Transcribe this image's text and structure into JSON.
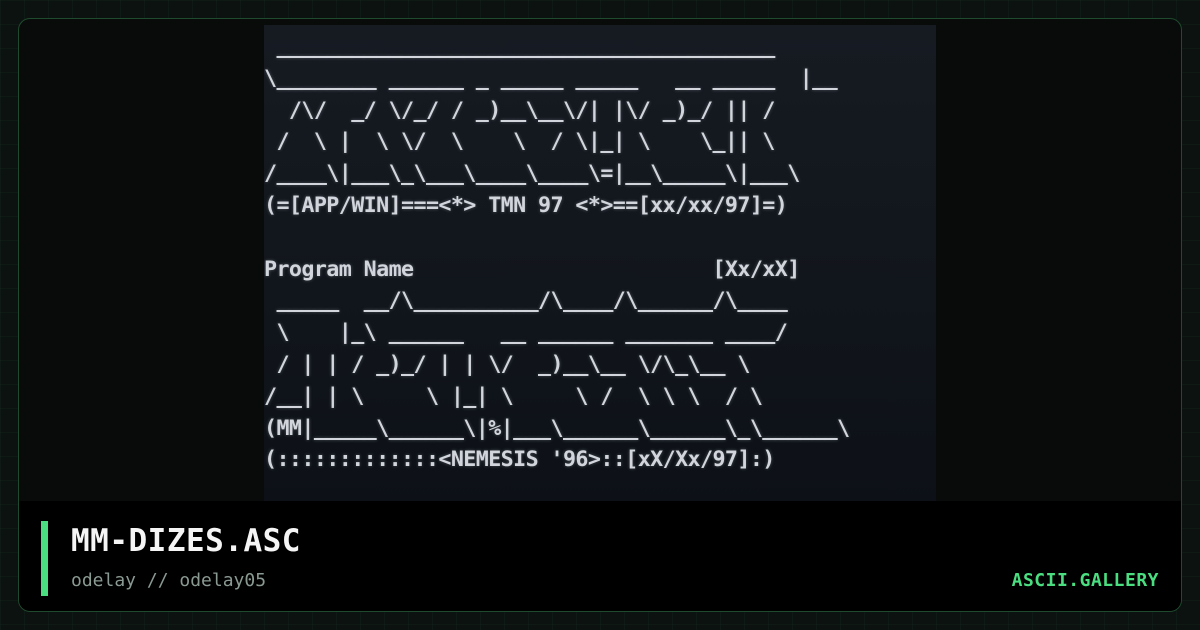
{
  "artwork": {
    "lines": [
      " ________________________________________",
      "\\________ ______ _ _____ _____   __ _____  |__",
      "  /\\/  _/ \\/_/ / _)__\\__\\/| |\\/ _)_/ || /",
      " /  \\ |  \\ \\/  \\    \\  / \\|_| \\    \\_|| \\",
      "/____\\|___\\_\\___\\____\\____\\=|__\\_____\\|___\\",
      "(=[APP/WIN]===<*> TMN 97 <*>==[xx/xx/97]=)",
      "",
      "Program Name                        [Xx/xX]",
      " _____  __/\\__________/\\____/\\______/\\____",
      " \\    |_\\ ______   __ ______ _______ ____/",
      " / | | / _)_/ | | \\/  _)__\\__ \\/\\_\\__ \\",
      "/__| | \\     \\ |_| \\     \\ /  \\ \\ \\  / \\",
      "(MM|_____\\______\\|%|___\\______\\______\\_\\______\\",
      "(:::::::::::::<NEMESIS '96>::[xX/Xx/97]:)"
    ]
  },
  "footer": {
    "title": "MM-DIZES.ASC",
    "author": "odelay // odelay05",
    "brand": "ASCII.GALLERY"
  },
  "colors": {
    "accent": "#4ade80",
    "art_text": "#d2d5dc",
    "title_text": "#f5f5f5",
    "author_text": "#8a9a92"
  }
}
